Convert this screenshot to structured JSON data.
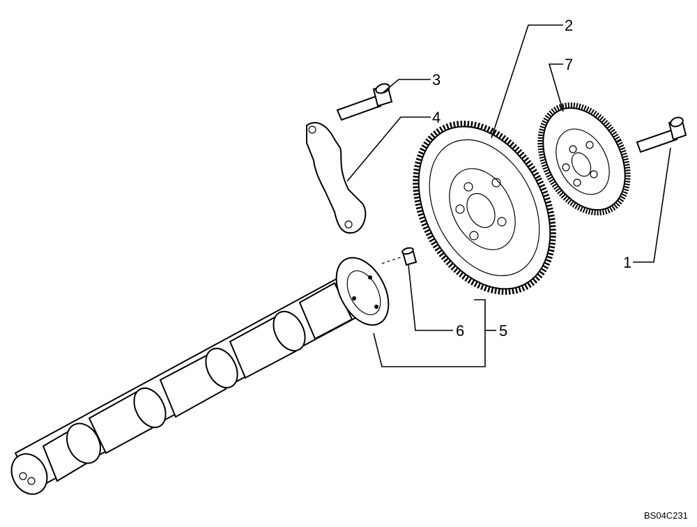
{
  "callouts": [
    "1",
    "2",
    "3",
    "4",
    "5",
    "6",
    "7"
  ],
  "reference_code": "BS04C231",
  "parts": {
    "camshaft": "camshaft",
    "gear_large": "gear",
    "gear_small": "gear",
    "bolt_left": "bolt",
    "bolt_right": "bolt",
    "plate": "plate",
    "pin": "pin"
  }
}
